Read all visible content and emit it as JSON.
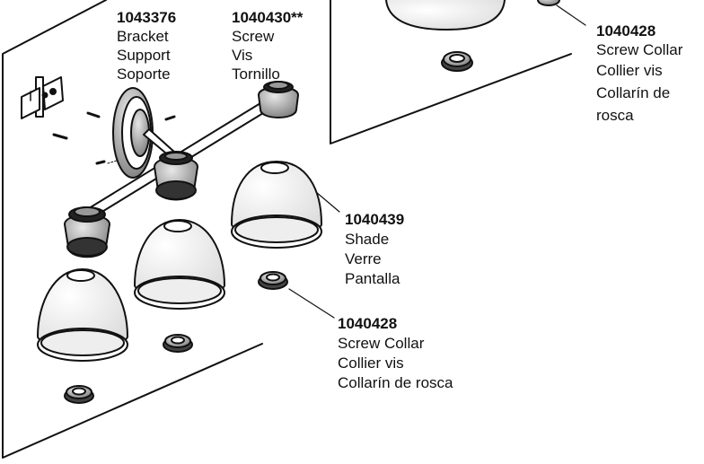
{
  "labels": {
    "bracket": {
      "part_number": "1043376",
      "en": "Bracket",
      "fr": "Support",
      "es": "Soporte"
    },
    "screw": {
      "part_number": "1040430**",
      "en": "Screw",
      "fr": "Vis",
      "es": "Tornillo"
    },
    "collar_top": {
      "part_number": "1040428",
      "en": "Screw Collar",
      "fr": "Collier vis",
      "es_line1": "Collarín de",
      "es_line2": "rosca"
    },
    "shade": {
      "part_number": "1040439",
      "en": "Shade",
      "fr": "Verre",
      "es": "Pantalla"
    },
    "collar_bottom": {
      "part_number": "1040428",
      "en": "Screw Collar",
      "fr": "Collier vis",
      "es": "Collarín de rosca"
    }
  }
}
